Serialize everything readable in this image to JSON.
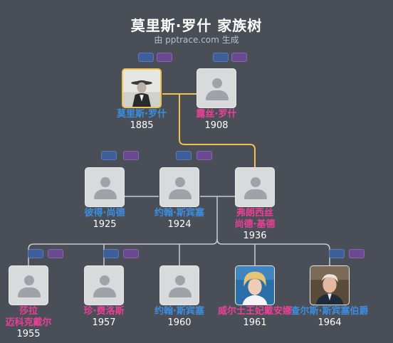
{
  "header": {
    "title": "莫里斯·罗什 家族树",
    "subtitle": "由 pptrace.com 生成"
  },
  "colors": {
    "background": "#4a4f57",
    "male_name": "#3b8ee0",
    "female_name": "#ec3f97",
    "highlight_line": "#f2c14e",
    "line": "#c9ccd1"
  },
  "people": {
    "p1": {
      "name": "莫里斯·罗什",
      "year": "1885",
      "photo": "man-with-hat-photo"
    },
    "p2": {
      "name": "露丝·罗什",
      "year": "1908"
    },
    "p3": {
      "name": "彼得·尚德",
      "year": "1925"
    },
    "p4": {
      "name": "约翰·斯宾塞",
      "year": "1924"
    },
    "p5": {
      "name_line1": "弗朗西丝",
      "name_line2": "尚德·基德",
      "year": "1936"
    },
    "p6": {
      "name_line1": "莎拉",
      "name_line2": "迈科克戴尔",
      "year": "1955"
    },
    "p7": {
      "name": "珍·费洛斯",
      "year": "1957"
    },
    "p8": {
      "name": "约翰·斯宾塞",
      "year": "1960"
    },
    "p9": {
      "name": "威尔士王妃戴安娜",
      "year": "1961",
      "photo": "woman-portrait-photo"
    },
    "p10": {
      "name": "查尔斯·斯宾塞伯爵",
      "year": "1964",
      "photo": "man-portrait-photo"
    }
  }
}
